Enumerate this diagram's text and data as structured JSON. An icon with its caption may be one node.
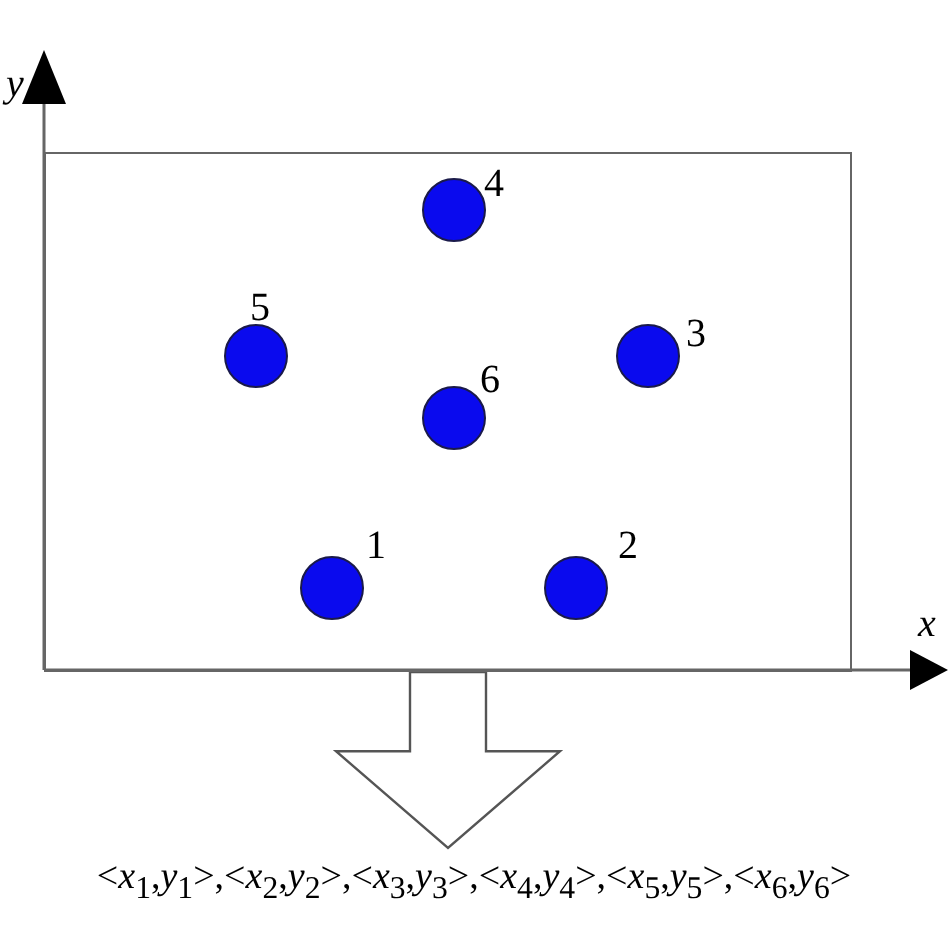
{
  "diagram": {
    "nodes": [
      {
        "text": [],
        "shape": "box"
      },
      {
        "text": [],
        "shape": "circle",
        "in": 0,
        "beside": [
          "4"
        ]
      },
      {
        "text": [],
        "shape": "circle",
        "in": 0,
        "beside": [
          "5"
        ]
      },
      {
        "text": [],
        "shape": "circle",
        "in": 0,
        "beside": [
          "3"
        ]
      },
      {
        "text": [],
        "shape": "circle",
        "in": 0,
        "beside": [
          "6"
        ]
      },
      {
        "text": [],
        "shape": "circle",
        "in": 0,
        "beside": [
          "1"
        ]
      },
      {
        "text": [],
        "shape": "circle",
        "in": 0,
        "beside": [
          "2"
        ]
      },
      {
        "text": [
          "<*x*$_{1}$,*y*$_{1}$>,<*x*$_{2}$,*y*$_{2}$>,<*x*$_{3}$,*y*$_{3}$>,<*x*$_{4}$,*y*$_{4}$>,<*x*$_{5}$,*y*$_{5}$>,<*x*$_{6}$,*y*$_{6}$>"
        ]
      }
    ],
    "edges": [
      {
        "from": 0,
        "to": 7,
        "arrow": "to",
        "style": "thick"
      }
    ],
    "labels": [
      "y",
      "x"
    ]
  }
}
